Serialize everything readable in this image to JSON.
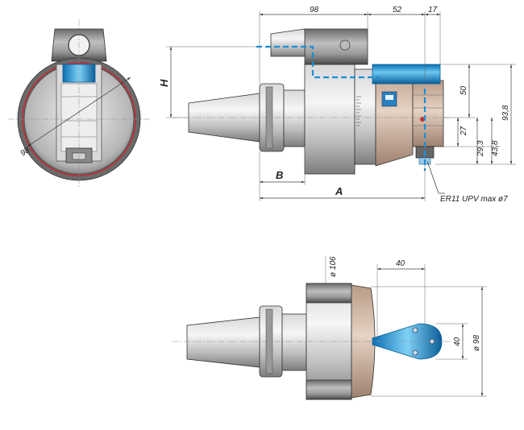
{
  "colors": {
    "steel_light": "#e4e4e4",
    "steel_dark": "#5a5a5a",
    "bronze": "#c9ac98",
    "blue_accent": "#1a8fd8",
    "red_circle": "#d2202c"
  },
  "side_view": {
    "dim_98": "98",
    "dim_52": "52",
    "dim_17": "17",
    "dim_H": "H",
    "dim_B": "B",
    "dim_A": "A",
    "dim_50": "50",
    "dim_93_8": "93,8",
    "dim_27": "27",
    "dim_29_3": "29,3",
    "dim_43_8": "43,8",
    "collet_note": "ER11 UPV max ø7"
  },
  "front_view": {
    "dim_98": "98"
  },
  "bottom_view": {
    "dim_d106": "ø 106",
    "dim_40_horizontal": "40",
    "dim_40_vertical": "40",
    "dim_d98": "ø 98"
  }
}
